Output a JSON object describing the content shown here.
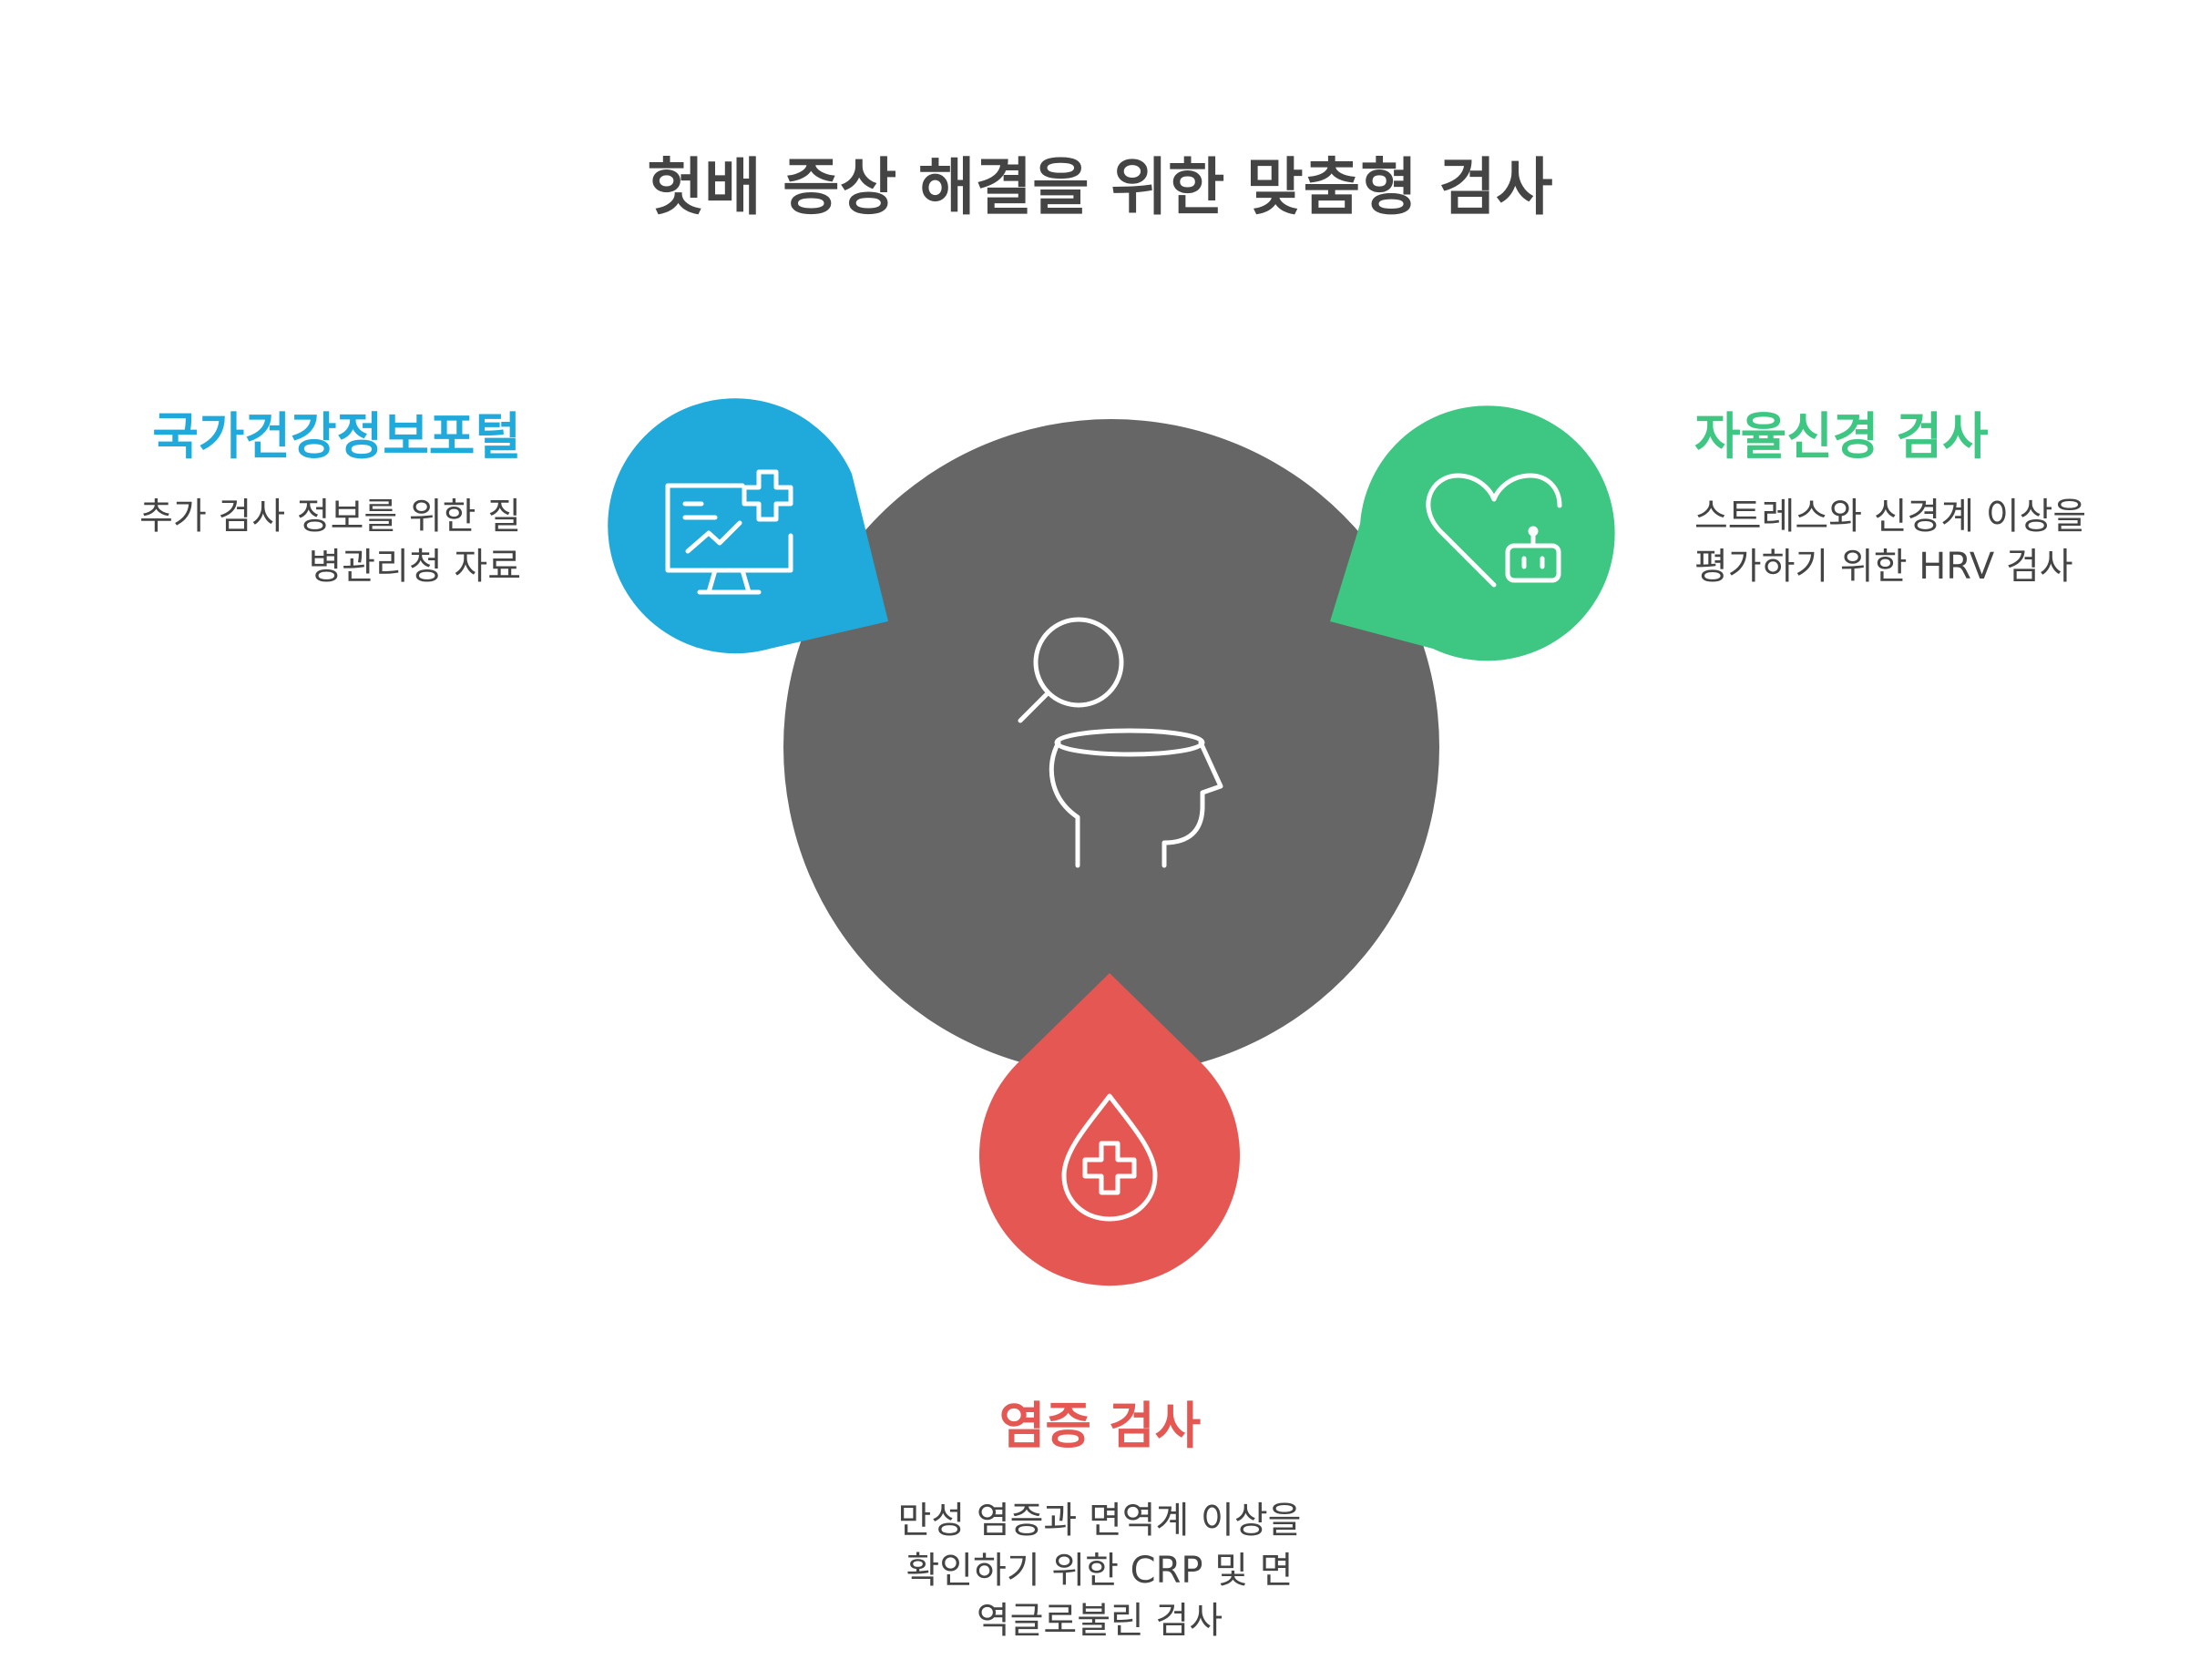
{
  "title": "헛배 증상 해결을 위한 맞춤형 검사",
  "colors": {
    "center": "#666666",
    "left": "#20aadb",
    "right": "#3ec683",
    "bottom": "#e55753",
    "text": "#444444",
    "icon": "#ffffff"
  },
  "sections": {
    "left": {
      "heading": "국가건강정보포털",
      "lines": [
        "추가 검사 정보를 위한 질",
        "병관리청 자료"
      ],
      "icon": "monitor-chart-plus-icon"
    },
    "right": {
      "heading": "자율신경 검사",
      "lines": [
        "스트레스와 신경계 이상을",
        "평가하기 위한 HRV 검사"
      ],
      "icon": "heart-robot-icon"
    },
    "bottom": {
      "heading": "염증 검사",
      "lines": [
        "만성 염증과 면역계 이상을",
        "확인하기 위한 CRP 및 면",
        "역글로불린 검사"
      ],
      "icon": "blood-drop-plus-icon"
    },
    "center": {
      "icon": "head-magnifier-icon"
    }
  }
}
